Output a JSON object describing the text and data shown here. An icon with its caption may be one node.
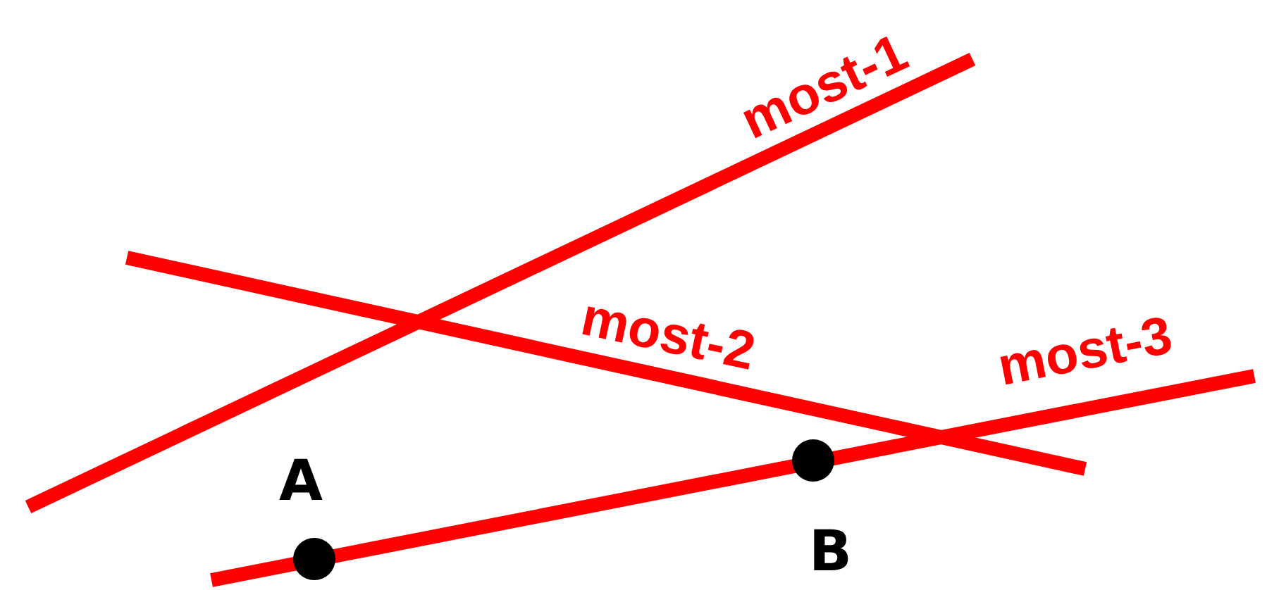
{
  "diagram": {
    "nodes": [
      {
        "text": [],
        "shape": "circle",
        "beside": [
          "A"
        ]
      },
      {
        "text": [],
        "shape": "circle",
        "beside": [
          "B"
        ]
      }
    ],
    "labels": [
      "most-1",
      "most-2",
      "most-3"
    ]
  }
}
